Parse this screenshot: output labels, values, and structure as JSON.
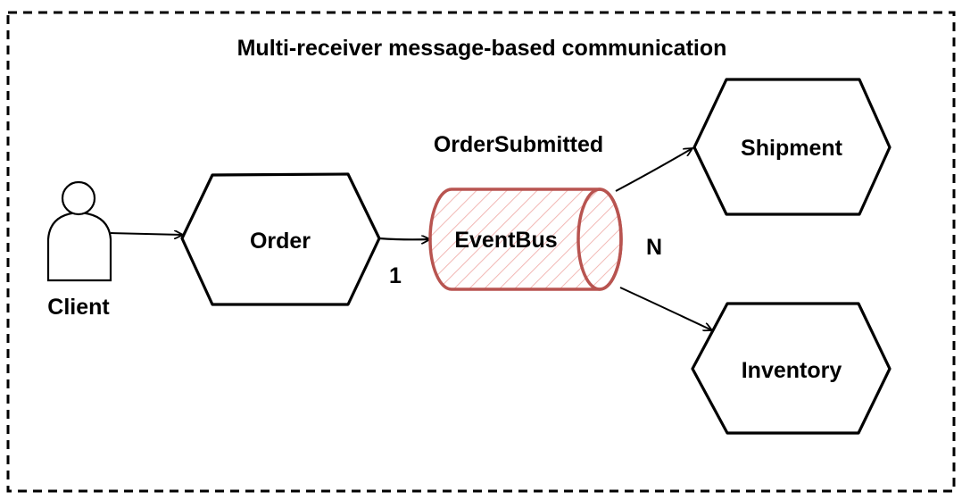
{
  "title": "Multi-receiver message-based communication",
  "actor": {
    "label": "Client",
    "icon": "person-icon"
  },
  "nodes": {
    "order": {
      "label": "Order",
      "shape": "hexagon"
    },
    "eventbus": {
      "label": "EventBus",
      "shape": "cylinder",
      "color": "#b85450"
    },
    "shipment": {
      "label": "Shipment",
      "shape": "hexagon"
    },
    "inventory": {
      "label": "Inventory",
      "shape": "hexagon"
    }
  },
  "event_label": "OrderSubmitted",
  "multiplicity": {
    "one": "1",
    "many": "N"
  },
  "colors": {
    "stroke": "#000000",
    "bus_stroke": "#b85450",
    "bus_hatch": "#f2b8b5",
    "background": "#ffffff"
  }
}
